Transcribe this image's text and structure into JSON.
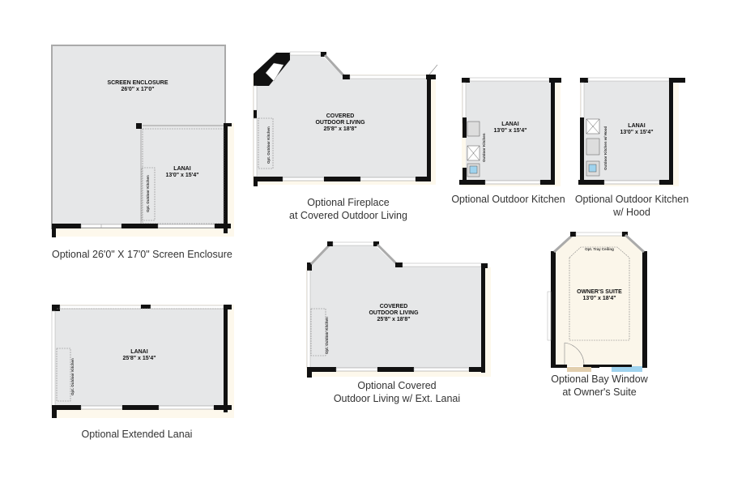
{
  "plans": [
    {
      "id": "screen-enclosure",
      "caption": [
        "Optional 26'0\" X 17'0\" Screen Enclosure"
      ],
      "rooms": [
        {
          "name": "SCREEN ENCLOSURE",
          "dims": "26'0\" x 17'0\""
        },
        {
          "name": "LANAI",
          "dims": "13'0\" x 15'4\""
        }
      ],
      "note": "Opt. Outdoor Kitchen"
    },
    {
      "id": "fireplace",
      "caption": [
        "Optional Fireplace",
        "at Covered Outdoor Living"
      ],
      "rooms": [
        {
          "name": "COVERED",
          "name2": "OUTDOOR LIVING",
          "dims": "25'8\" x 18'8\""
        }
      ],
      "note": "Opt. Outdoor Kitchen"
    },
    {
      "id": "outdoor-kitchen",
      "caption": [
        "Optional Outdoor Kitchen"
      ],
      "rooms": [
        {
          "name": "LANAI",
          "dims": "13'0\" x 15'4\""
        }
      ],
      "note": "Outdoor Kitchen"
    },
    {
      "id": "outdoor-kitchen-hood",
      "caption": [
        "Optional Outdoor Kitchen",
        "w/ Hood"
      ],
      "rooms": [
        {
          "name": "LANAI",
          "dims": "13'0\" x 15'4\""
        }
      ],
      "note": "Outdoor Kitchen w/ Hood"
    },
    {
      "id": "covered-ext-lanai",
      "caption": [
        "Optional Covered",
        "Outdoor Living w/ Ext. Lanai"
      ],
      "rooms": [
        {
          "name": "COVERED",
          "name2": "OUTDOOR LIVING",
          "dims": "25'8\" x 18'8\""
        }
      ],
      "note": "Opt. Outdoor Kitchen"
    },
    {
      "id": "bay-window",
      "caption": [
        "Optional Bay Window",
        "at Owner's Suite"
      ],
      "rooms": [
        {
          "name": "OWNER'S SUITE",
          "dims": "13'0\" x 18'4\""
        }
      ],
      "note": "Opt. Tray Ceiling"
    },
    {
      "id": "extended-lanai",
      "caption": [
        "Optional Extended Lanai"
      ],
      "rooms": [
        {
          "name": "LANAI",
          "dims": "25'8\" x 15'4\""
        }
      ],
      "note": "Opt. Outdoor Kitchen"
    }
  ],
  "colors": {
    "floor": "#e6e7e8",
    "wall": "#111111",
    "exterior": "#fdf8ec",
    "suite_floor": "#fbf6ea",
    "screen_border": "#aaaaaa",
    "sink": "#9fd3ee",
    "bath_floor": "#e2cfae"
  }
}
